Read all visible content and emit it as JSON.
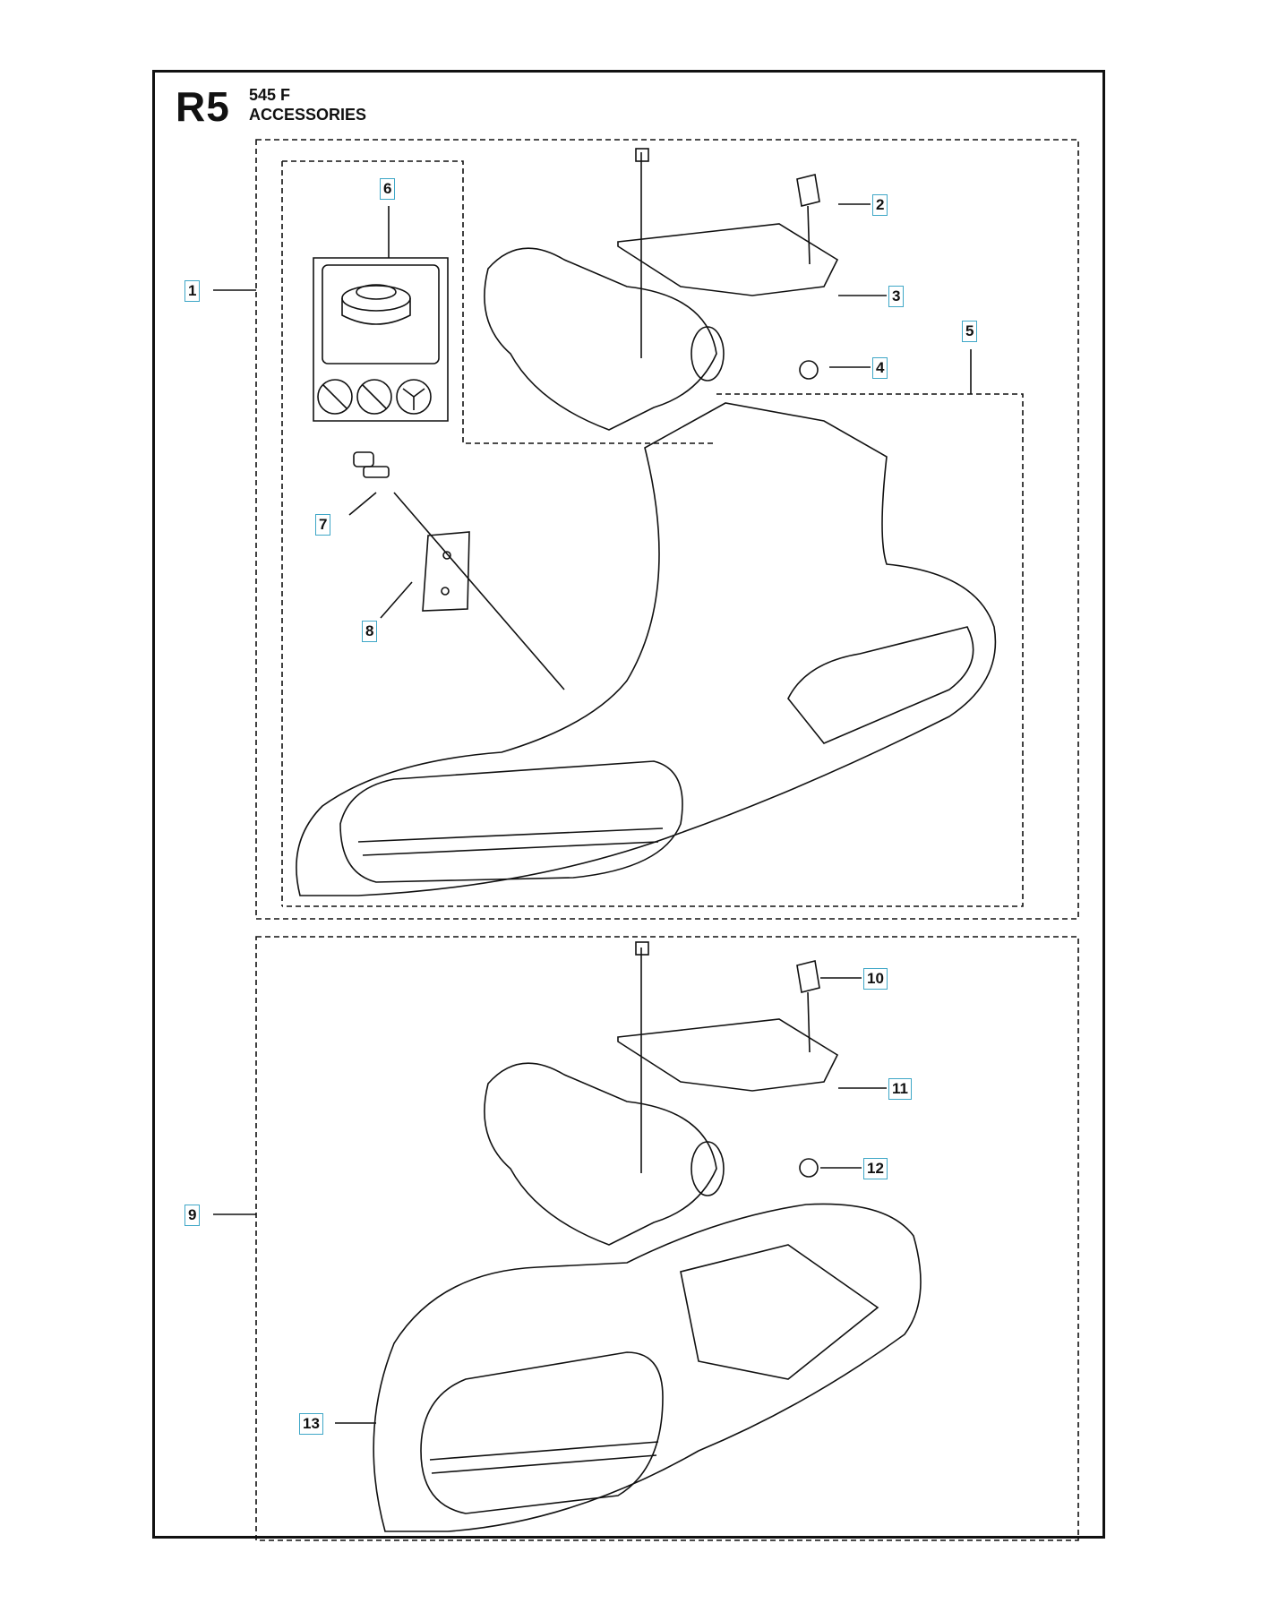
{
  "header": {
    "code": "R5",
    "model": "545 F",
    "section": "ACCESSORIES"
  },
  "callouts": {
    "c1": "1",
    "c2": "2",
    "c3": "3",
    "c4": "4",
    "c5": "5",
    "c6": "6",
    "c7": "7",
    "c8": "8",
    "c9": "9",
    "c10": "10",
    "c11": "11",
    "c12": "12",
    "c13": "13"
  },
  "colors": {
    "line": "#111111",
    "label_border": "#3fa7c7"
  }
}
